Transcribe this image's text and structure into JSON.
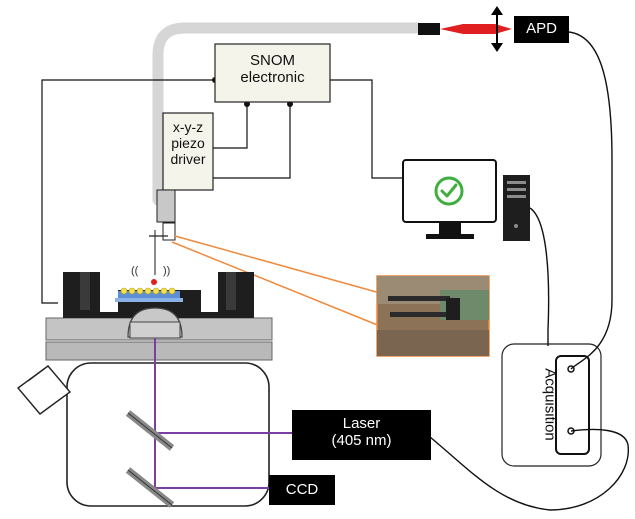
{
  "diagram": {
    "apd_label": "APD",
    "snom_label_line1": "SNOM",
    "snom_label_line2": "electronic",
    "piezo_line1": "x-y-z",
    "piezo_line2": "piezo",
    "piezo_line3": "driver",
    "laser_line1": "Laser",
    "laser_line2": "(405 nm)",
    "ccd_label": "CCD",
    "acquisition_label": "Acquisition"
  },
  "colors": {
    "fiber": "#d6d6d6",
    "apd_box": "#000000",
    "fiber_red": "#e02020",
    "optical_path": "#7a3fa0",
    "probe_lines": "#f08a3c",
    "sample_dots": "#f3e04a",
    "sample_base": "#5b8fd6",
    "check_green": "#3fae3f",
    "stage_dark": "#1e1e1e",
    "stage_gray": "#b9b9b9"
  },
  "icons": [
    "monitor-check-icon",
    "computer-tower-icon",
    "double-arrow-icon",
    "objective-lens-icon",
    "probe-photo-inset"
  ]
}
